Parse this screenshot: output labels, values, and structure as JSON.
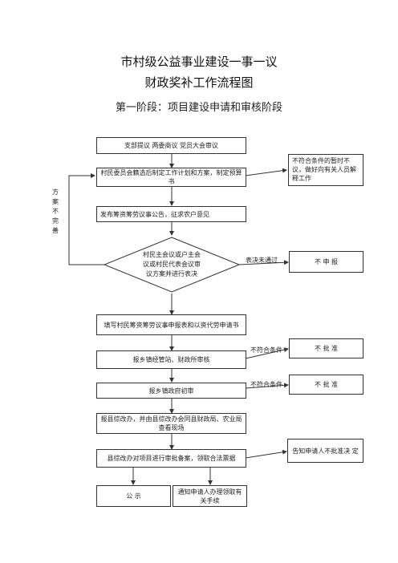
{
  "header": {
    "title_line1": "市村级公益事业建设一事一议",
    "title_line2": "财政奖补工作流程图",
    "stage": "第一阶段：项目建设申请和审核阶段"
  },
  "flow": {
    "step1": "支部提议 两委商议 党员大会审议",
    "step2": "村民委员会籍选后制定工作计划和方案，制定预算书",
    "step3": "发布筹资筹劳议事公告，征求农户意见",
    "step4": "村民主会议或户主会议或村民代表会议审议方案并进行表决",
    "step5": "填写村民筹资筹劳议事申报表和以资代劳申请书",
    "step6": "报乡镇经管站、财政所审核",
    "step7": "报乡镇政府初审",
    "step8": "报县综改办，并由县综改办会同县财政局、农业局查看现场",
    "step9": "县综改办对项目进行审批备案，领取合法票据",
    "end_left": "公  示",
    "end_right": "通知申请人办理领取有关手续"
  },
  "side": {
    "note_top": "不符合条件的暂时不议，做好向有关人员解释工作",
    "loop_label": "方\n案\n不\n完\n善",
    "vote_fail_label": "表决未通过",
    "vote_fail_box": "不  申  报",
    "reject1_label": "不符合条件",
    "reject1_box": "不  批  准",
    "reject2_label": "不符合条件",
    "reject2_box": "不  批  准",
    "notify_reject": "告知申请人不批准决    定"
  }
}
